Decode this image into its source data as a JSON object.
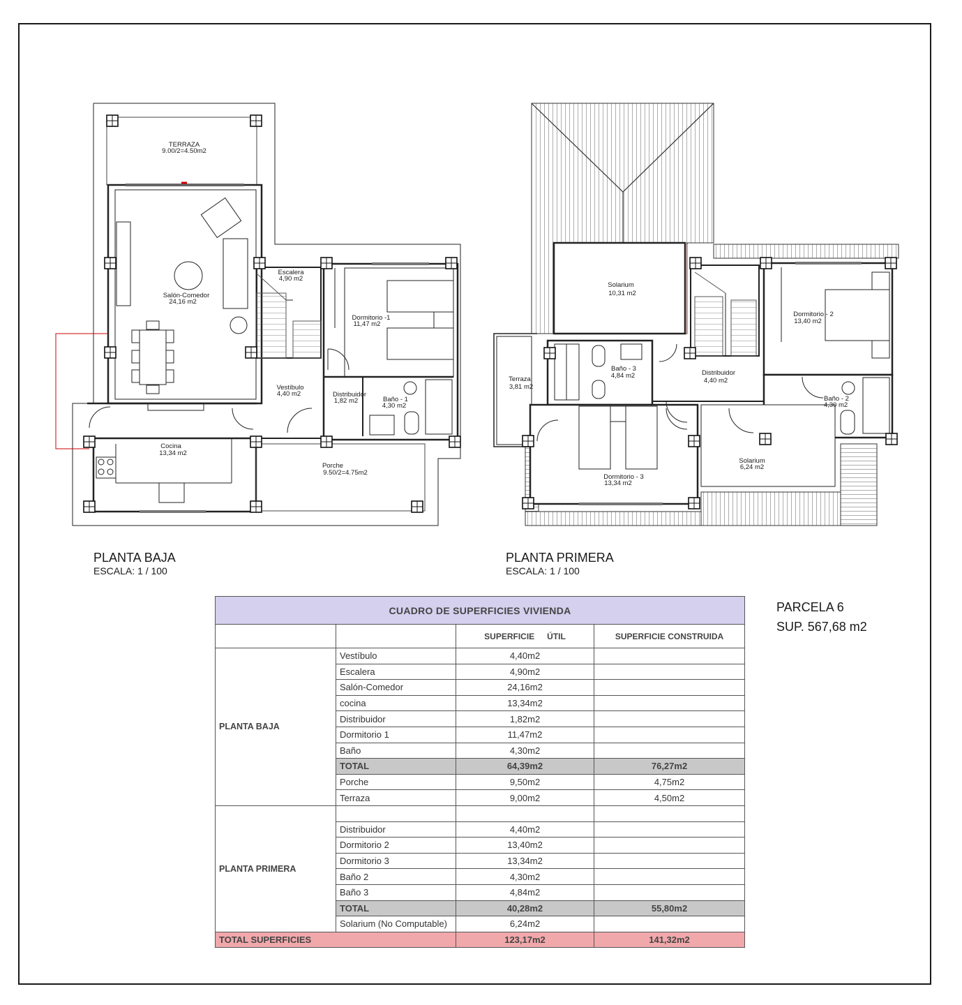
{
  "plans": {
    "planta_baja": {
      "title": "PLANTA BAJA",
      "scale": "ESCALA: 1 / 100",
      "rooms": {
        "terraza": {
          "name": "TERRAZA",
          "area": "9.00/2=4.50m2"
        },
        "salon": {
          "name": "Salón-Comedor",
          "area": "24,16 m2"
        },
        "escalera": {
          "name": "Escalera",
          "area": "4,90 m2"
        },
        "dormitorio1": {
          "name": "Dormitorio -1",
          "area": "11,47 m2"
        },
        "vestibulo": {
          "name": "Vestíbulo",
          "area": "4,40 m2"
        },
        "distribuidor": {
          "name": "Distribuidor",
          "area": "1,82 m2"
        },
        "bano1": {
          "name": "Baño - 1",
          "area": "4,30 m2"
        },
        "cocina": {
          "name": "Cocina",
          "area": "13,34 m2"
        },
        "porche": {
          "name": "Porche",
          "area": "9.50/2=4.75m2"
        }
      }
    },
    "planta_primera": {
      "title": "PLANTA PRIMERA",
      "scale": "ESCALA: 1 / 100",
      "rooms": {
        "solarium1": {
          "name": "Solarium",
          "area": "10,31 m2"
        },
        "dormitorio2": {
          "name": "Dormitorio - 2",
          "area": "13,40 m2"
        },
        "terraza": {
          "name": "Terraza",
          "area": "3,81 m2"
        },
        "bano3": {
          "name": "Baño - 3",
          "area": "4,84 m2"
        },
        "distribuidor": {
          "name": "Distribuidor",
          "area": "4,40 m2"
        },
        "bano2": {
          "name": "Baño - 2",
          "area": "4,30 m2"
        },
        "dormitorio3": {
          "name": "Dormitorio - 3",
          "area": "13,34 m2"
        },
        "solarium2": {
          "name": "Solarium",
          "area": "6,24 m2"
        }
      }
    }
  },
  "parcela": {
    "label": "PARCELA 6",
    "superficie": "SUP. 567,68 m2"
  },
  "table": {
    "title": "CUADRO DE SUPERFICIES  VIVIENDA",
    "col_util_a": "SUPERFICIE",
    "col_util_b": "ÚTIL",
    "col_construida": "SUPERFICIE CONSTRUIDA",
    "baja": {
      "label": "PLANTA BAJA",
      "rows": [
        {
          "name": "Vestíbulo",
          "util": "4,40m2",
          "construida": ""
        },
        {
          "name": "Escalera",
          "util": "4,90m2",
          "construida": ""
        },
        {
          "name": "Salón-Comedor",
          "util": "24,16m2",
          "construida": ""
        },
        {
          "name": "cocina",
          "util": "13,34m2",
          "construida": ""
        },
        {
          "name": "Distribuidor",
          "util": "1,82m2",
          "construida": ""
        },
        {
          "name": "Dormitorio 1",
          "util": "11,47m2",
          "construida": ""
        },
        {
          "name": "Baño",
          "util": "4,30m2",
          "construida": ""
        }
      ],
      "total": {
        "name": "TOTAL",
        "util": "64,39m2",
        "construida": "76,27m2"
      },
      "extra": [
        {
          "name": "Porche",
          "util": "9,50m2",
          "construida": "4,75m2"
        },
        {
          "name": "Terraza",
          "util": "9,00m2",
          "construida": "4,50m2"
        }
      ]
    },
    "primera": {
      "label": "PLANTA PRIMERA",
      "rows": [
        {
          "name": "Distribuidor",
          "util": "4,40m2",
          "construida": ""
        },
        {
          "name": "Dormitorio 2",
          "util": "13,40m2",
          "construida": ""
        },
        {
          "name": "Dormitorio 3",
          "util": "13,34m2",
          "construida": ""
        },
        {
          "name": "Baño 2",
          "util": "4,30m2",
          "construida": ""
        },
        {
          "name": "Baño 3",
          "util": "4,84m2",
          "construida": ""
        }
      ],
      "total": {
        "name": "TOTAL",
        "util": "40,28m2",
        "construida": "55,80m2"
      },
      "extra": [
        {
          "name": "Solarium (No Computable)",
          "util": "6,24m2",
          "construida": ""
        }
      ]
    },
    "grand_total": {
      "name": "TOTAL SUPERFICIES",
      "util": "123,17m2",
      "construida": "141,32m2"
    }
  }
}
